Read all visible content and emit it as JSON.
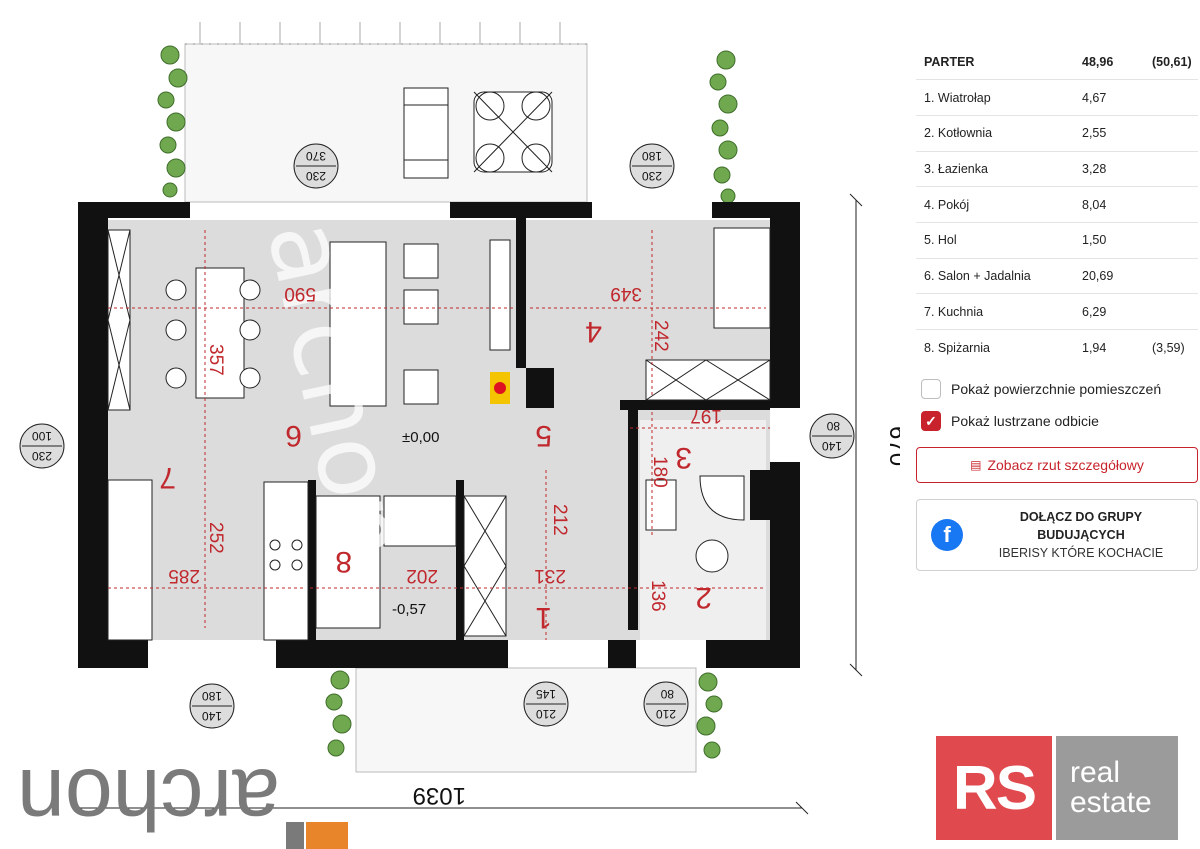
{
  "plan": {
    "rooms": [
      {
        "num": "1"
      },
      {
        "num": "2"
      },
      {
        "num": "3"
      },
      {
        "num": "4"
      },
      {
        "num": "5"
      },
      {
        "num": "6"
      },
      {
        "num": "7"
      },
      {
        "num": "8"
      }
    ],
    "dimensions": {
      "d590": "590",
      "d349": "349",
      "d242": "242",
      "d357": "357",
      "d197": "197",
      "d180": "180",
      "d252": "252",
      "d285": "285",
      "d202": "202",
      "d231": "231",
      "d212": "212",
      "d136": "136"
    },
    "levels": {
      "main": "±0,00",
      "stairs": "-0,57"
    },
    "tags": [
      {
        "top": "370",
        "bottom": "230"
      },
      {
        "top": "180",
        "bottom": "230"
      },
      {
        "top": "100",
        "bottom": "230"
      },
      {
        "top": "80",
        "bottom": "140"
      },
      {
        "top": "180",
        "bottom": "140"
      },
      {
        "top": "145",
        "bottom": "210"
      },
      {
        "top": "80",
        "bottom": "210"
      }
    ],
    "overall_width": "1039",
    "overall_height": "670",
    "watermark": "archon",
    "brand": "archon"
  },
  "table": {
    "header": {
      "name": "PARTER",
      "area": "48,96",
      "extra": "(50,61)"
    },
    "rows": [
      {
        "name": "1. Wiatrołap",
        "area": "4,67",
        "extra": ""
      },
      {
        "name": "2. Kotłownia",
        "area": "2,55",
        "extra": ""
      },
      {
        "name": "3. Łazienka",
        "area": "3,28",
        "extra": ""
      },
      {
        "name": "4. Pokój",
        "area": "8,04",
        "extra": ""
      },
      {
        "name": "5. Hol",
        "area": "1,50",
        "extra": ""
      },
      {
        "name": "6. Salon + Jadalnia",
        "area": "20,69",
        "extra": ""
      },
      {
        "name": "7. Kuchnia",
        "area": "6,29",
        "extra": ""
      },
      {
        "name": "8. Spiżarnia",
        "area": "1,94",
        "extra": "(3,59)"
      }
    ]
  },
  "options": {
    "show_areas": {
      "label": "Pokaż powierzchnie pomieszczeń",
      "checked": false
    },
    "mirror": {
      "label": "Pokaż lustrzane odbicie",
      "checked": true
    }
  },
  "detail_button": {
    "label": "Zobacz rzut szczegółowy",
    "icon": "plan-icon"
  },
  "facebook": {
    "icon": "facebook-icon",
    "line1": "DOŁĄCZ DO GRUPY",
    "line2": "BUDUJĄCYCH",
    "line3": "IBERISY KTÓRE KOCHACIE"
  },
  "rs_logo": {
    "left": "RS",
    "right1": "real",
    "right2": "estate"
  },
  "colors": {
    "accent": "#c8232c",
    "wall": "#111111",
    "floor": "#dcdcdc",
    "dim": "#c0282d"
  }
}
